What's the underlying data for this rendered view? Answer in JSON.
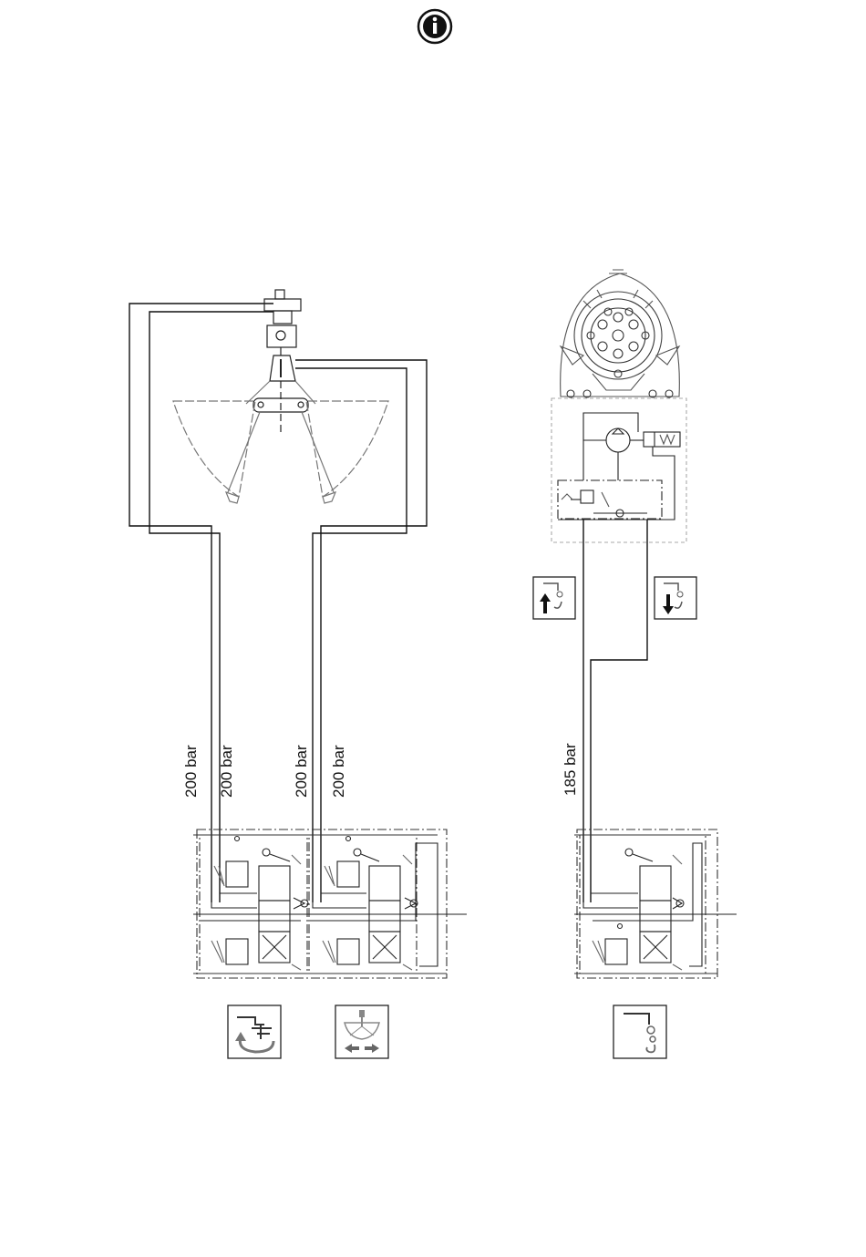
{
  "info_icon": {
    "glyph": "i",
    "name": "info-icon"
  },
  "pressures": {
    "grab_rotate_a": "200 bar",
    "grab_rotate_b": "200 bar",
    "grab_open_a": "200 bar",
    "grab_open_b": "200 bar",
    "winch": "185 bar"
  },
  "icons": {
    "rotator": "rotator-icon",
    "grab_open_close": "grab-open-close-icon",
    "winch_control": "winch-hook-icon",
    "hoist_up": "hoist-up-icon",
    "hoist_down": "hoist-down-icon",
    "winch_drum": "winch-drum-icon",
    "grab_bucket": "grab-bucket-icon"
  },
  "colors": {
    "line": "#111111",
    "dashed": "#333333",
    "light": "#888888"
  }
}
